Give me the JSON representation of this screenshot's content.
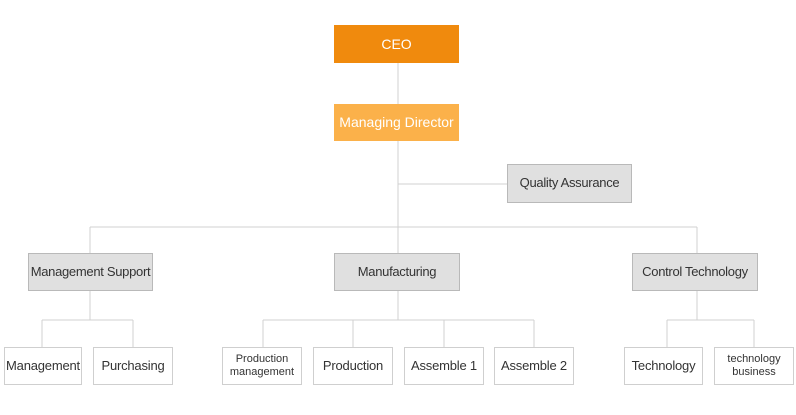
{
  "colors": {
    "ceo_fill": "#f08a0d",
    "director_fill": "#fbb14a",
    "department_fill": "#e0e0e0",
    "unit_fill": "#ffffff",
    "connector": "#d0d0d0"
  },
  "org": {
    "ceo": "CEO",
    "managing_director": "Managing Director",
    "quality_assurance": "Quality Assurance",
    "departments": {
      "management_support": {
        "label": "Management Support",
        "units": [
          "Management",
          "Purchasing"
        ]
      },
      "manufacturing": {
        "label": "Manufacturing",
        "units": [
          "Production\nmanagement",
          "Production",
          "Assemble 1",
          "Assemble 2"
        ]
      },
      "control_technology": {
        "label": "Control Technology",
        "units": [
          "Technology",
          "technology\nbusiness"
        ]
      }
    }
  }
}
